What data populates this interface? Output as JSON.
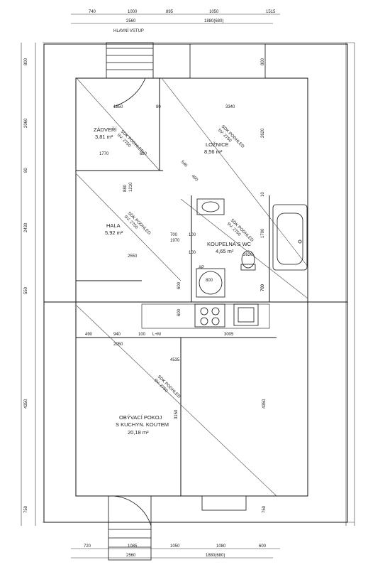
{
  "entrances": {
    "main_top": "HLAVNÍ VSTUP"
  },
  "dims_top": {
    "row1": [
      "740",
      "1000",
      "895",
      "1050",
      "1515"
    ],
    "row2": [
      "2560",
      "1880(680)"
    ]
  },
  "dims_bottom": {
    "row1": [
      "720",
      "1085",
      "1050",
      "1080",
      "600"
    ],
    "row2": [
      "2560",
      "1880(680)"
    ]
  },
  "dims_left": [
    "800",
    "2060",
    "80",
    "2430",
    "550",
    "4350",
    "750"
  ],
  "dims_right": [
    "800",
    "2620",
    "10",
    "1700",
    "700",
    "4350",
    "750"
  ],
  "dims_inner": [
    "1850",
    "80",
    "3340",
    "1770",
    "680",
    "540",
    "400",
    "880",
    "1210",
    "700",
    "1970",
    "100",
    "2550",
    "100",
    "600",
    "800",
    "600",
    "700",
    "490",
    "940",
    "100",
    "3005",
    "2050",
    "4535",
    "3150",
    "2620"
  ],
  "marks": {
    "lm": "L+M",
    "ap": "AP"
  },
  "rooms": {
    "zadveri": {
      "name": "ZÁDVEŘÍ",
      "area": "3,81 m²"
    },
    "loznice": {
      "name": "LOŽNICE",
      "area": "8,56 m²"
    },
    "hala": {
      "name": "HALA",
      "area": "5,92 m²"
    },
    "koupelna": {
      "name": "KOUPELNA S WC",
      "area": "4,65 m²"
    },
    "obyvaci": {
      "name1": "OBÝVACÍ POKOJ",
      "name2": "S KUCHYN. KOUTEM",
      "area": "20,18 m²"
    }
  },
  "stamps": {
    "sdk": "SDK PODHLED",
    "height": "SV: 2750"
  }
}
